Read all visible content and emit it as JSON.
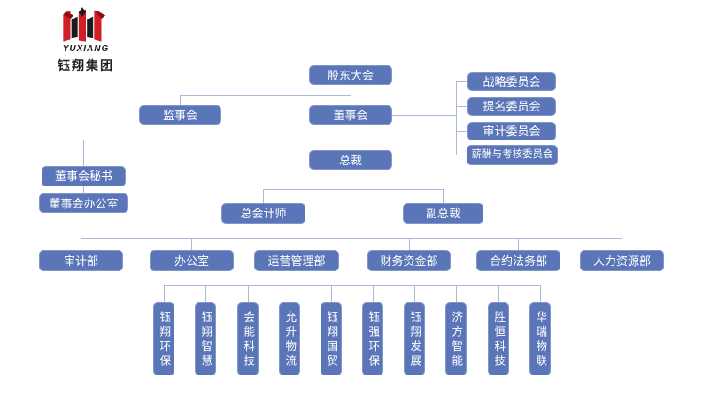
{
  "logo": {
    "brand": "YUXIANG",
    "company": "钰翔集团"
  },
  "chart": {
    "type": "org-chart",
    "nodes": {
      "shareholders": "股东大会",
      "supervisory_board": "监事会",
      "board_of_directors": "董事会",
      "president": "总裁",
      "board_secretary": "董事会秘书",
      "board_office": "董事会办公室",
      "chief_accountant": "总会计师",
      "vice_president": "副总裁"
    },
    "committees": [
      "战略委员会",
      "提名委员会",
      "审计委员会",
      "薪酬与考核委员会"
    ],
    "departments": [
      "审计部",
      "办公室",
      "运营管理部",
      "财务资金部",
      "合约法务部",
      "人力资源部"
    ],
    "subsidiaries": [
      "钰翔环保",
      "钰翔智慧",
      "会能科技",
      "允升物流",
      "钰翔国贸",
      "钰强环保",
      "钰翔发展",
      "济方智能",
      "胜恒科技",
      "华瑞物联"
    ]
  },
  "colors": {
    "node_fill": "#5b76b8",
    "node_border": "#8297c8",
    "connector": "#a9bad8",
    "logo_red": "#d01f26",
    "logo_dark": "#1b1b1b",
    "background": "#ffffff"
  }
}
